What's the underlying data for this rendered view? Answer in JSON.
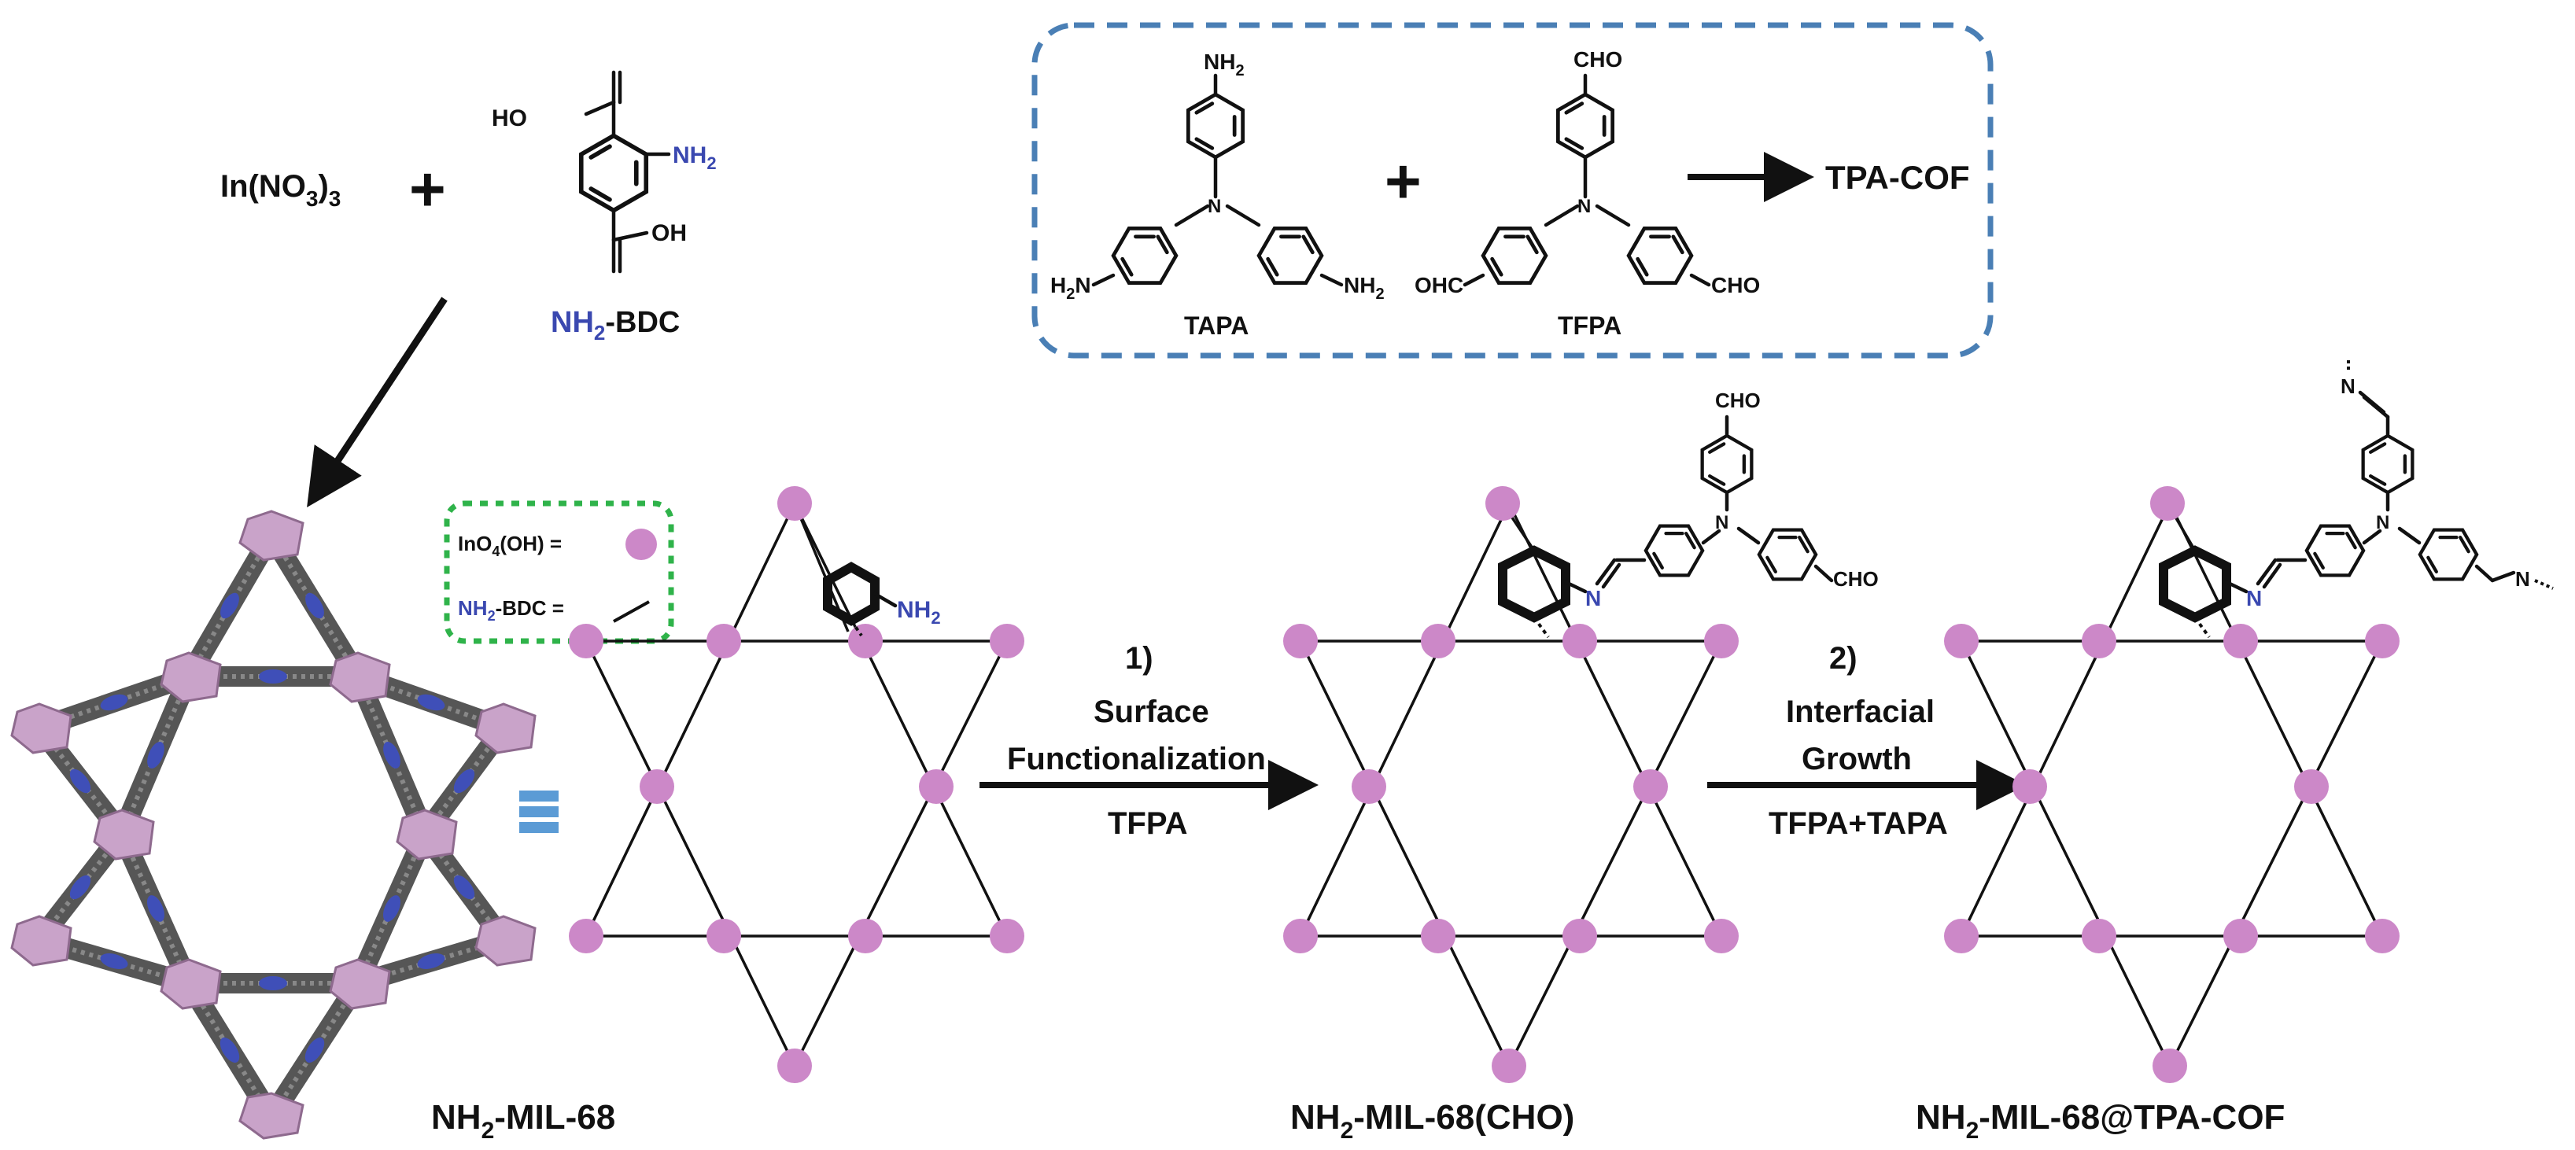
{
  "synthesis": {
    "metal_salt": "In(NO",
    "metal_salt_sub1": "3",
    "metal_salt_close": ")",
    "metal_salt_sub2": "3",
    "plus": "+",
    "linker_oh_top": "HO",
    "linker_oh_bottom": "OH",
    "linker_nh2": "NH",
    "linker_nh2_sub": "2",
    "linker_label_nh": "NH",
    "linker_label_sub": "2",
    "linker_label_rest": "-BDC"
  },
  "cof_box": {
    "tapa_nh2_top": "NH",
    "tapa_nh2_sub": "2",
    "tapa_h2n_left": "H",
    "tapa_h2n_left_sub": "2",
    "tapa_h2n_left_rest": "N",
    "tapa_nh2_right": "NH",
    "tapa_nh2_right_sub": "2",
    "tapa_n": "N",
    "tapa_label": "TAPA",
    "plus": "+",
    "tfpa_cho_top": "CHO",
    "tfpa_ohc_left": "OHC",
    "tfpa_cho_right": "CHO",
    "tfpa_n": "N",
    "tfpa_label": "TFPA",
    "product": "TPA-COF",
    "border_color": "#4a7fb5"
  },
  "legend": {
    "node_label_a": "InO",
    "node_label_sub": "4",
    "node_label_b": "(OH) =",
    "linker_label_nh": "NH",
    "linker_label_sub": "2",
    "linker_label_rest": "-BDC =",
    "border_color": "#2fb34a",
    "node_color": "#cc88c8"
  },
  "mof1": {
    "nh2": "NH",
    "nh2_sub": "2",
    "label_a": "NH",
    "label_sub": "2",
    "label_b": "-MIL-68"
  },
  "step1": {
    "number": "1)",
    "line1": "Surface",
    "line2": "Functionalization",
    "reagent": "TFPA"
  },
  "mof2": {
    "cho_top": "CHO",
    "cho_right": "CHO",
    "n_imine": "N",
    "n_center": "N",
    "label_a": "NH",
    "label_sub": "2",
    "label_b": "-MIL-68(CHO)"
  },
  "step2": {
    "number": "2)",
    "line1": "Interfacial",
    "line2": "Growth",
    "reagent": "TFPA+TAPA"
  },
  "mof3": {
    "n_top": "N",
    "n_imine": "N",
    "n_center": "N",
    "n_right": "N",
    "label_a": "NH",
    "label_sub": "2",
    "label_b": "-MIL-68@TPA-COF"
  },
  "equals_icon": "equals-icon",
  "colors": {
    "node": "#cc88c8",
    "nitrogen_blue": "#3a48b0",
    "crystal_pink": "#c9a3c9",
    "equals_blue": "#5b9bd5"
  }
}
